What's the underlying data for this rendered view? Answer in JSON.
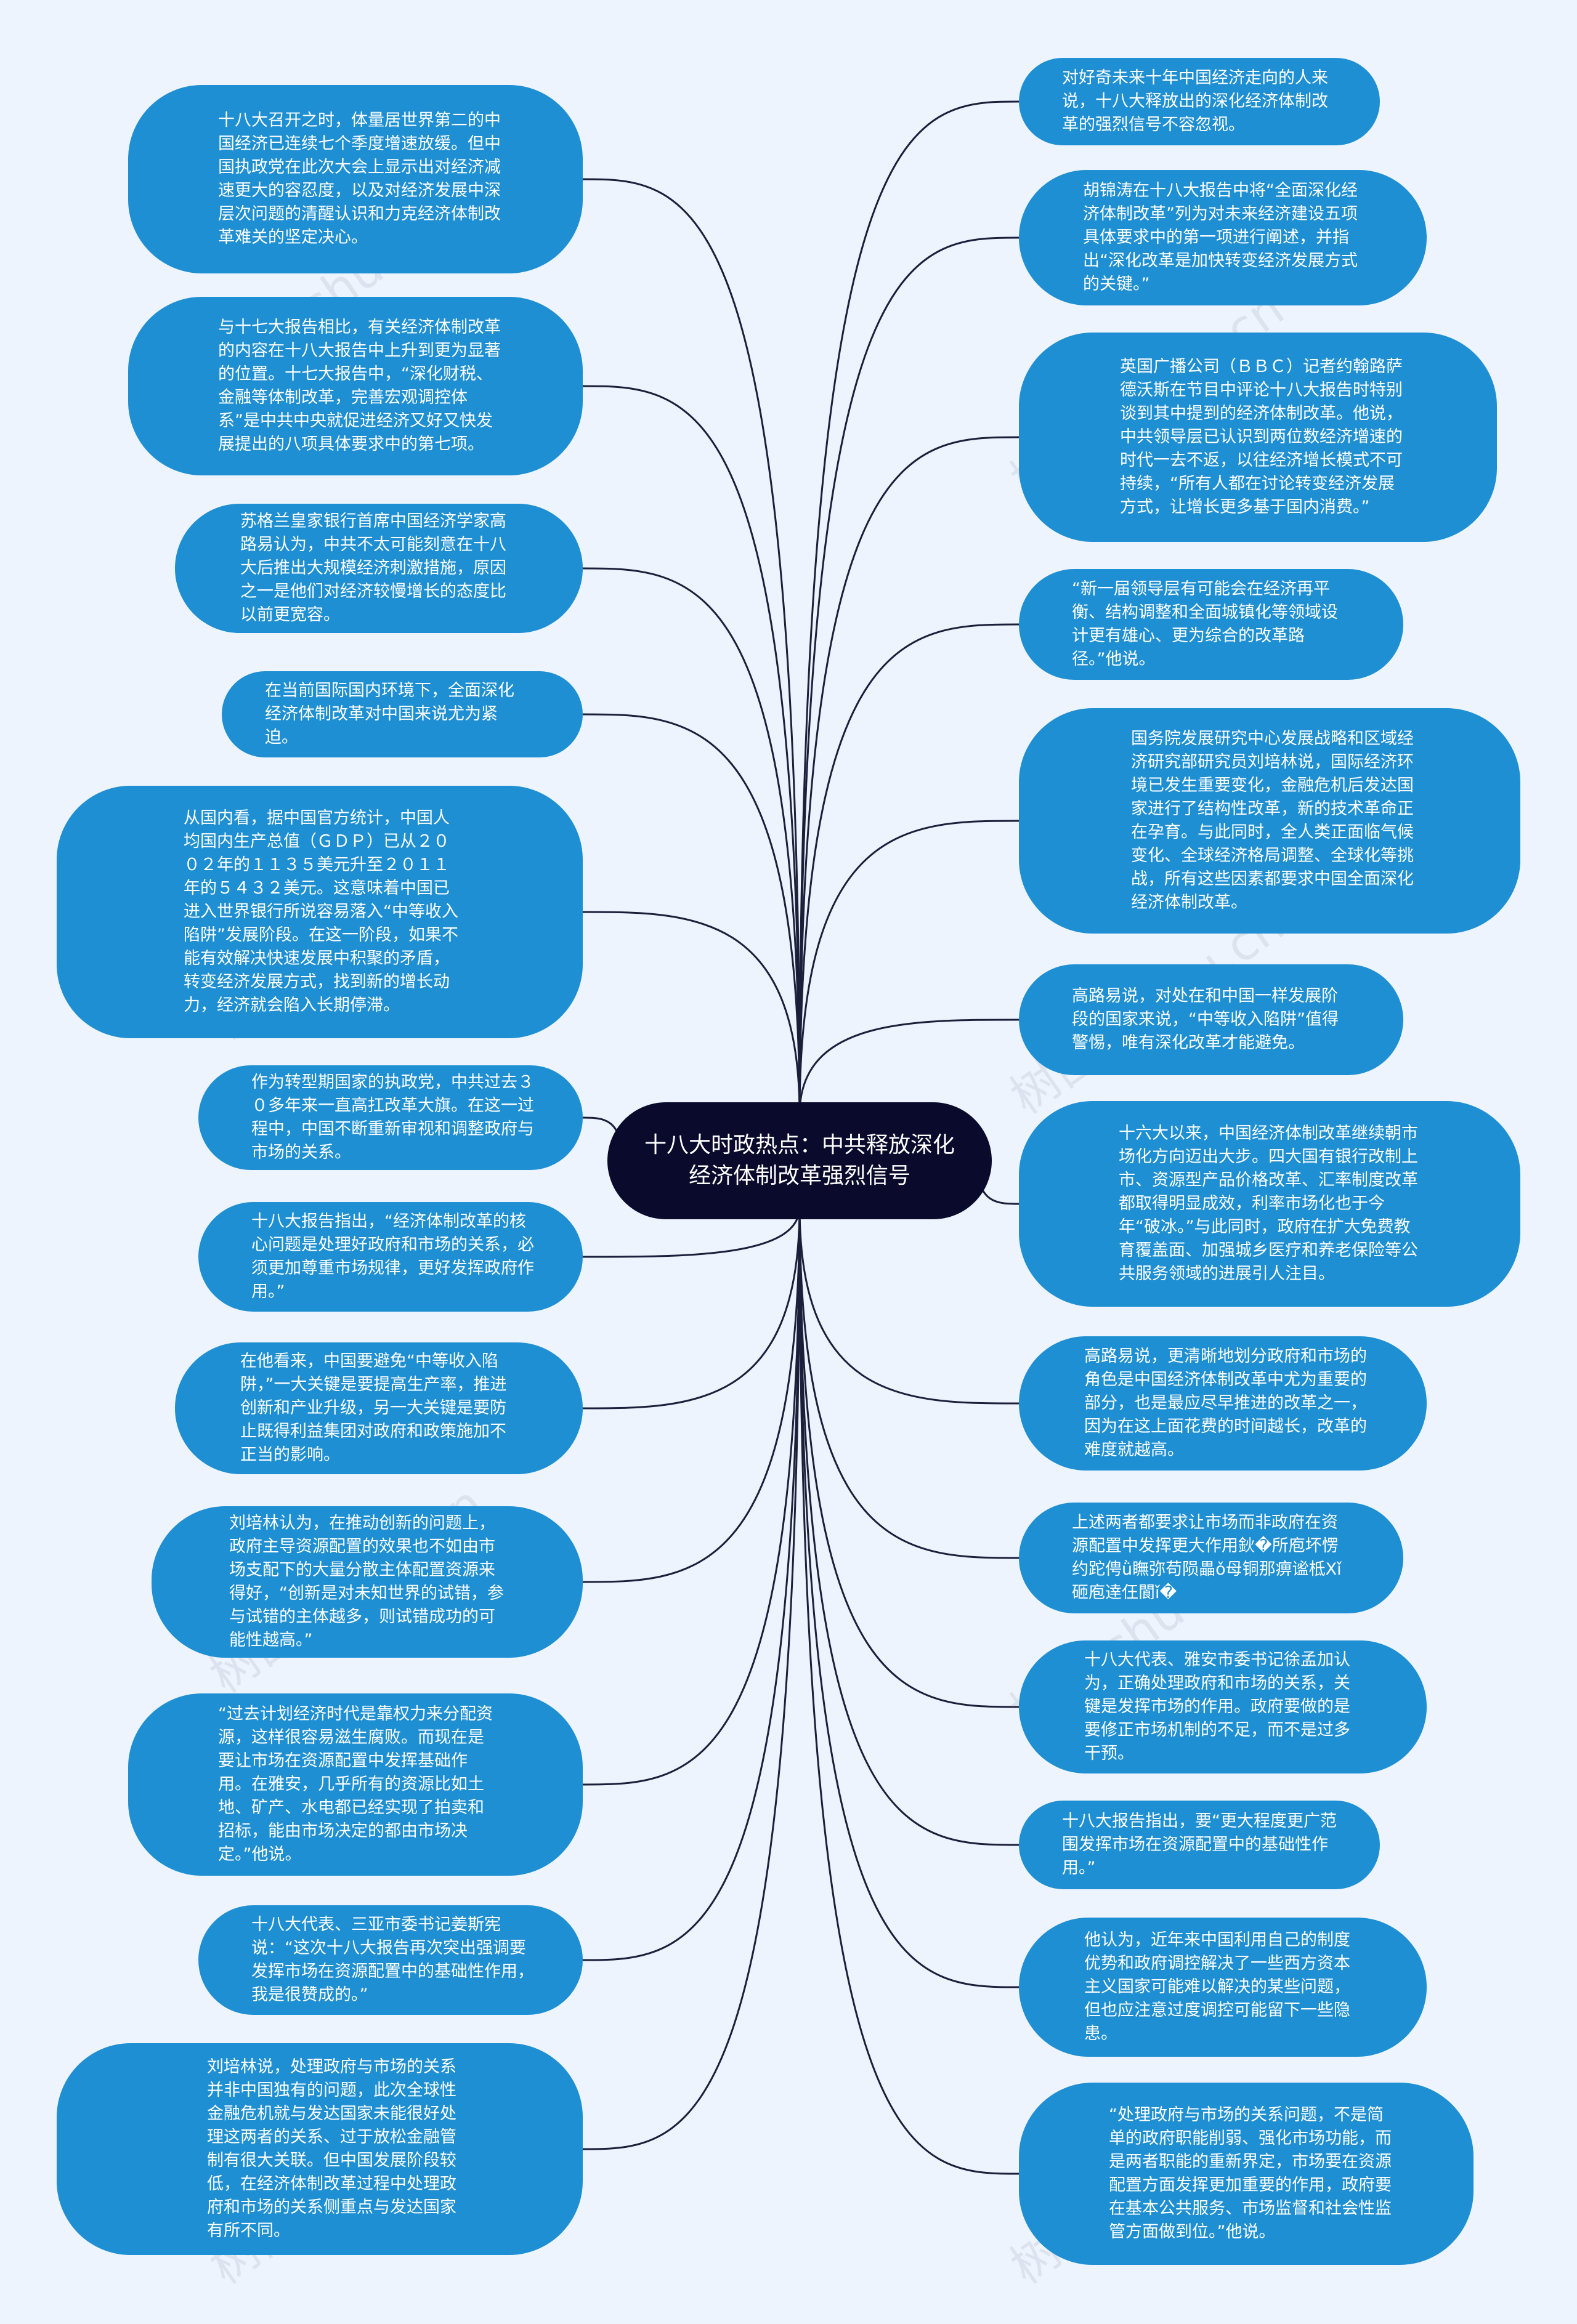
{
  "center": {
    "title": "十八大时政热点：中共释放深化经济体制改革强烈信号"
  },
  "left_nodes": [
    "十八大召开之时，体量居世界第二的中国经济已连续七个季度增速放缓。但中国执政党在此次大会上显示出对经济减速更大的容忍度，以及对经济发展中深层次问题的清醒认识和力克经济体制改革难关的坚定决心。",
    "与十七大报告相比，有关经济体制改革的内容在十八大报告中上升到更为显著的位置。十七大报告中，“深化财税、金融等体制改革，完善宏观调控体系”是中共中央就促进经济又好又快发展提出的八项具体要求中的第七项。",
    "苏格兰皇家银行首席中国经济学家高路易认为，中共不太可能刻意在十八大后推出大规模经济刺激措施，原因之一是他们对经济较慢增长的态度比以前更宽容。",
    "在当前国际国内环境下，全面深化经济体制改革对中国来说尤为紧迫。",
    "从国内看，据中国官方统计，中国人均国内生产总值（ＧＤＰ）已从２００２年的１１３５美元升至２０１１年的５４３２美元。这意味着中国已进入世界银行所说容易落入“中等收入陷阱”发展阶段。在这一阶段，如果不能有效解决快速发展中积聚的矛盾，转变经济发展方式，找到新的增长动力，经济就会陷入长期停滞。",
    "作为转型期国家的执政党，中共过去３０多年来一直高扛改革大旗。在这一过程中，中国不断重新审视和调整政府与市场的关系。",
    "十八大报告指出，“经济体制改革的核心问题是处理好政府和市场的关系，必须更加尊重市场规律，更好发挥政府作用。”",
    "在他看来，中国要避免“中等收入陷阱，”一大关键是要提高生产率，推进创新和产业升级，另一大关键是要防止既得利益集团对政府和政策施加不正当的影响。",
    "刘培林认为，在推动创新的问题上，政府主导资源配置的效果也不如由市场支配下的大量分散主体配置资源来得好，“创新是对未知世界的试错，参与试错的主体越多，则试错成功的可能性越高。”",
    "“过去计划经济时代是靠权力来分配资源，这样很容易滋生腐败。而现在是要让市场在资源配置中发挥基础作用。在雅安，几乎所有的资源比如土地、矿产、水电都已经实现了拍卖和招标，能由市场决定的都由市场决定。”他说。",
    "十八大代表、三亚市委书记姜斯宪说：“这次十八大报告再次突出强调要发挥市场在资源配置中的基础性作用，我是很赞成的。”",
    "刘培林说，处理政府与市场的关系并非中国独有的问题，此次全球性金融危机就与发达国家未能很好处理这两者的关系、过于放松金融管制有很大关联。但中国发展阶段较低，在经济体制改革过程中处理政府和市场的关系侧重点与发达国家有所不同。"
  ],
  "right_nodes": [
    "对好奇未来十年中国经济走向的人来说，十八大释放出的深化经济体制改革的强烈信号不容忽视。",
    "胡锦涛在十八大报告中将“全面深化经济体制改革”列为对未来经济建设五项具体要求中的第一项进行阐述，并指出“深化改革是加快转变经济发展方式的关键。”",
    "英国广播公司（ＢＢＣ）记者约翰路萨德沃斯在节目中评论十八大报告时特别谈到其中提到的经济体制改革。他说，中共领导层已认识到两位数经济增速的时代一去不返，以往经济增长模式不可持续，“所有人都在讨论转变经济发展方式，让增长更多基于国内消费。”",
    "“新一届领导层有可能会在经济再平衡、结构调整和全面城镇化等领域设计更有雄心、更为综合的改革路径。”他说。",
    "国务院发展研究中心发展战略和区域经济研究部研究员刘培林说，国际经济环境已发生重要变化，金融危机后发达国家进行了结构性改革，新的技术革命正在孕育。与此同时，全人类正面临气候变化、全球经济格局调整、全球化等挑战，所有这些因素都要求中国全面深化经济体制改革。",
    "高路易说，对处在和中国一样发展阶段的国家来说，“中等收入陷阱”值得警惕，唯有深化改革才能避免。",
    "十六大以来，中国经济体制改革继续朝市场化方向迈出大步。四大国有银行改制上市、资源型产品价格改革、汇率制度改革都取得明显成效，利率市场化也于今年“破冰。”与此同时，政府在扩大免费教育覆盖面、加强城乡医疗和养老保险等公共服务领域的进展引人注目。",
    "高路易说，更清晰地划分政府和市场的角色是中国经济体制改革中尤为重要的部分，也是最应尽早推进的改革之一，因为在这上面花费的时间越长，改革的难度就越高。",
    "上述两者都要求让市场而非政府在资源配置中发挥更大作用鈥�所庖坏愣约跎俜ǜ瞴弥苟陨畾ǒ母铜那痹谧柢Xǐ砸庖逹仼閬ǐ�",
    "十八大代表、雅安市委书记徐孟加认为，正确处理政府和市场的关系，关键是发挥市场的作用。政府要做的是要修正市场机制的不足，而不是过多干预。",
    "十八大报告指出，要“更大程度更广范围发挥市场在资源配置中的基础性作用。”",
    "他认为，近年来中国利用自己的制度优势和政府调控解决了一些西方资本主义国家可能难以解决的某些问题，但也应注意过度调控可能留下一些隐患。",
    "“处理政府与市场的关系问题，不是简单的政府职能削弱、强化市场功能，而是两者职能的重新界定，市场要在资源配置方面发挥更加重要的作用，政府要在基本公共服务、市场监督和社会性监管方面做到位。”他说。"
  ],
  "watermark": "树图 shutu.cn",
  "colors": {
    "background": "#eef4fd",
    "node_fill": "#1e8fd2",
    "center_fill": "#0a0b2c",
    "line": "#1a1f3a"
  }
}
